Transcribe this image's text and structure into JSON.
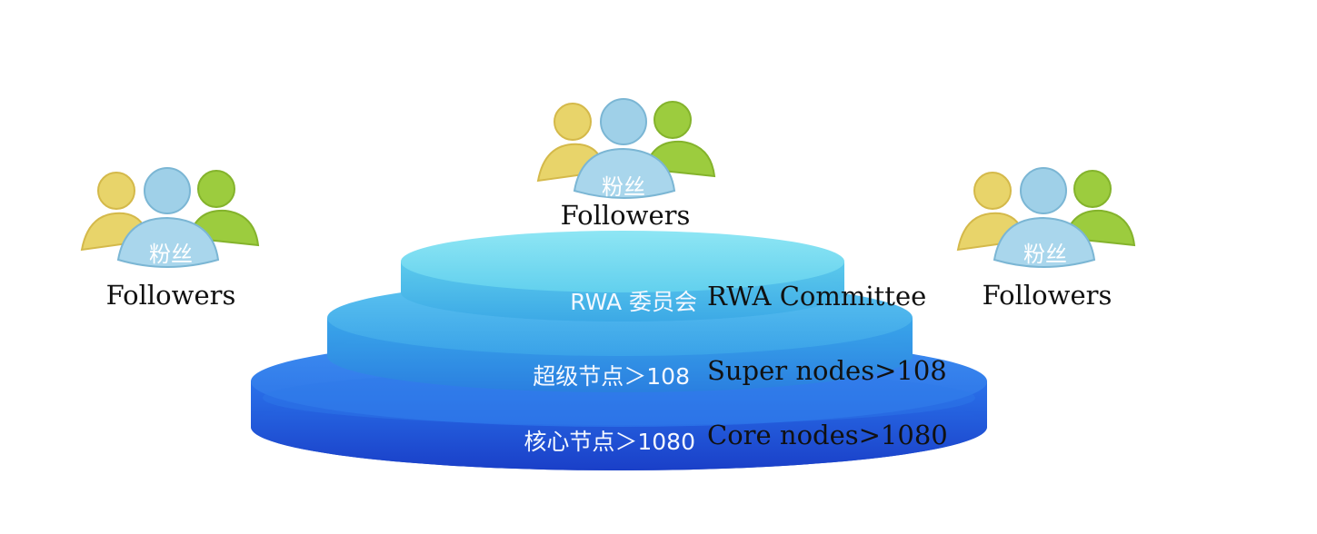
{
  "followers": [
    {
      "badge": "粉丝",
      "caption": "Followers"
    },
    {
      "badge": "粉丝",
      "caption": "Followers"
    },
    {
      "badge": "粉丝",
      "caption": "Followers"
    }
  ],
  "tiers": {
    "top": {
      "label_cn": "RWA 委员会",
      "label_en": "RWA Committee"
    },
    "middle": {
      "label_cn": "超级节点＞108",
      "label_en": "Super nodes>108"
    },
    "bottom": {
      "label_cn": "核心节点＞1080",
      "label_en": "Core nodes>1080"
    }
  },
  "colors": {
    "top_tier": "#6fd3ee",
    "middle_tier": "#38a6e6",
    "bottom_tier": "#1f5fe0",
    "person_yellow": "#e8d46a",
    "person_blue": "#9fd0e8",
    "person_green": "#9ccc3e"
  },
  "icons": [
    "people-group-icon"
  ]
}
